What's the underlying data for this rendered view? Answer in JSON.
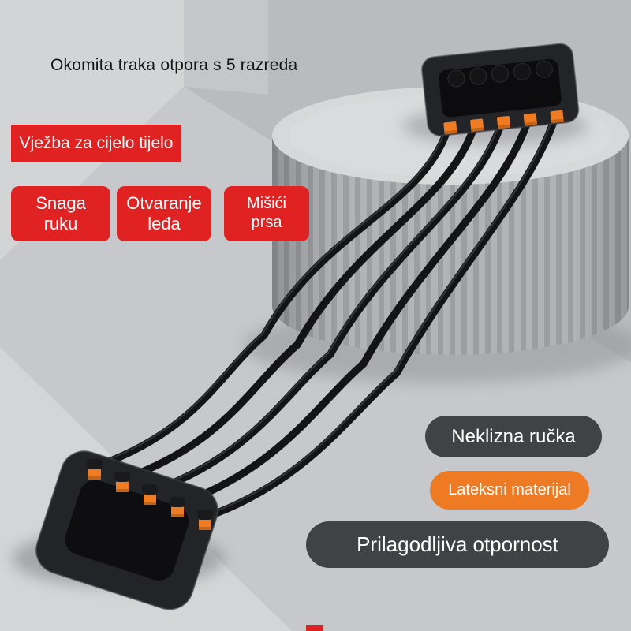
{
  "page": {
    "title": "Okomita traka otpora s 5 razreda",
    "banner": {
      "label": "Vježba za cijelo tijelo"
    },
    "badges": [
      {
        "label": "Snaga ruku"
      },
      {
        "label": "Otvaranje leđa"
      },
      {
        "label": "Mišići prsa"
      }
    ],
    "features": [
      {
        "label": "Neklizna ručka",
        "style": "dark"
      },
      {
        "label": "Lateksni materijal",
        "style": "orange"
      },
      {
        "label": "Prilagodljiva otpornost",
        "style": "dark"
      }
    ],
    "colors": {
      "badge_red": "#e12222",
      "accent_orange": "#ef7c23",
      "pill_dark": "#3b3c40",
      "band_black": "#141417"
    },
    "illustration": {
      "name": "chest-expander-resistance-bands",
      "band_count": 5
    }
  }
}
